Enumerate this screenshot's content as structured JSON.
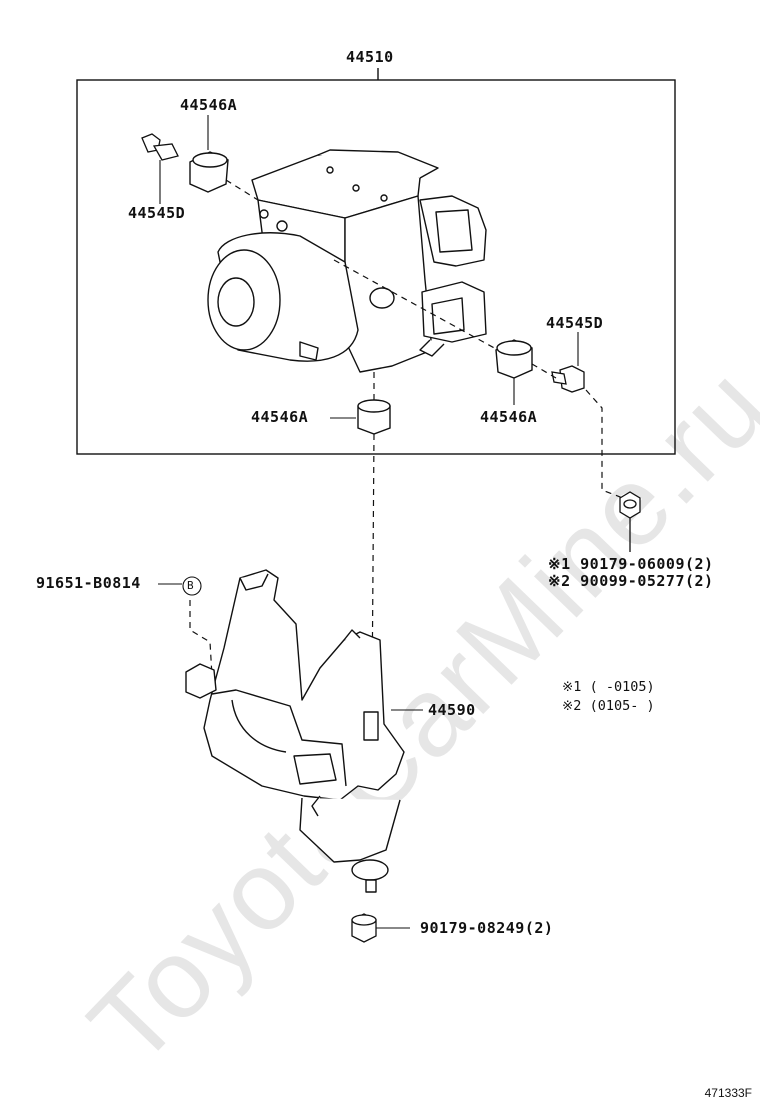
{
  "watermark": "ToyotaCarMine.ru",
  "labels": {
    "assembly": "44510",
    "plug_top": "44546A",
    "bolt_top": "44545D",
    "bolt_right": "44545D",
    "plug_right": "44546A",
    "plug_bottom": "44546A",
    "bracket": "44590",
    "clamp_bolt": "91651-B0814",
    "clamp_marker": "B",
    "nut_line1": "※1 90179-06009(2)",
    "nut_line2": "※2 90099-05277(2)",
    "bottom_nut": "90179-08249(2)"
  },
  "notes": {
    "line1": "※1 (      -0105)",
    "line2": "※2 (0105-      )"
  },
  "figure_ref": "471333F"
}
